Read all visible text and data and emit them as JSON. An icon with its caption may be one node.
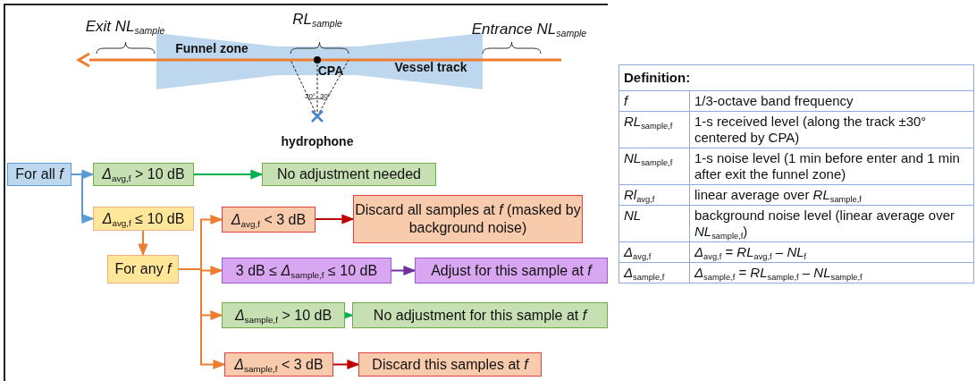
{
  "diagram": {
    "nodes": [
      {
        "text": [
          "For all *f*"
        ]
      },
      {
        "text": [
          "*Δ*$_{avg,f}$ > 10 dB"
        ]
      },
      {
        "text": [
          "No adjustment needed"
        ]
      },
      {
        "text": [
          "*Δ*$_{avg,f}$ ≤ 10 dB"
        ]
      },
      {
        "text": [
          "*Δ*$_{avg,f}$ < 3 dB"
        ]
      },
      {
        "text": [
          "Discard all samples at *f* (masked by background noise)"
        ]
      },
      {
        "text": [
          "For any *f*"
        ]
      },
      {
        "text": [
          "3 dB ≤ *Δ*$_{sample,f}$ ≤ 10 dB"
        ]
      },
      {
        "text": [
          "Adjust for this sample at *f*"
        ]
      },
      {
        "text": [
          "*Δ*$_{sample,f}$ > 10 dB"
        ]
      },
      {
        "text": [
          "No adjustment for this sample at *f*"
        ]
      },
      {
        "text": [
          "*Δ*$_{sample,f}$ < 3 dB"
        ]
      },
      {
        "text": [
          "Discard this samples at *f*"
        ]
      }
    ],
    "edges": [
      {
        "from": 0,
        "to": 1,
        "arrow": "to",
        "color": "#5b9bd5"
      },
      {
        "from": 0,
        "to": 3,
        "arrow": "to",
        "color": "#5b9bd5"
      },
      {
        "from": 1,
        "to": 2,
        "arrow": "to",
        "color": "#00b050"
      },
      {
        "from": 3,
        "to": 6,
        "arrow": "to"
      },
      {
        "from": 6,
        "to": 4,
        "arrow": "to"
      },
      {
        "from": 6,
        "to": 7,
        "arrow": "to"
      },
      {
        "from": 6,
        "to": 9,
        "arrow": "to"
      },
      {
        "from": 6,
        "to": 11,
        "arrow": "to"
      },
      {
        "from": 4,
        "to": 5,
        "arrow": "to",
        "color": "#c00000"
      },
      {
        "from": 7,
        "to": 8,
        "arrow": "to",
        "color": "#7030a0"
      },
      {
        "from": 9,
        "to": 10,
        "arrow": "to",
        "color": "#00b050"
      },
      {
        "from": 11,
        "to": 12,
        "arrow": "to",
        "color": "#c00000"
      }
    ],
    "labels": [
      "Exit *NL*$_{sample}$",
      "*RL*$_{sample}$",
      "Entrance *NL*$_{sample}$",
      "Funnel zone",
      "CPA",
      "Vessel track",
      "30°",
      "30°",
      "hydrophone",
      "Definition:",
      "*f*",
      "1/3-octave band frequency",
      "*RL*$_{sample,f}$",
      "1-s received level (along the track ±30° centered by CPA)",
      "*NL*$_{sample,f}$",
      "1-s noise level (1 min before enter and 1 min after exit the funnel zone)",
      "*Rl*$_{avg,f}$",
      "linear average over *RL*$_{sample,f}$",
      "*NL*",
      "background noise level (linear average over *NL*$_{sample,f}$)",
      "*Δ*$_{avg,f}$",
      "*Δ*$_{avg,f}$ = *RL*$_{avg,f}$ – *NL*$_{f}$",
      "*Δ*$_{sample,f}$",
      "*Δ*$_{sample,f}$ = *RL*$_{sample,f}$ – *NL*$_{sample,f}$"
    ]
  }
}
